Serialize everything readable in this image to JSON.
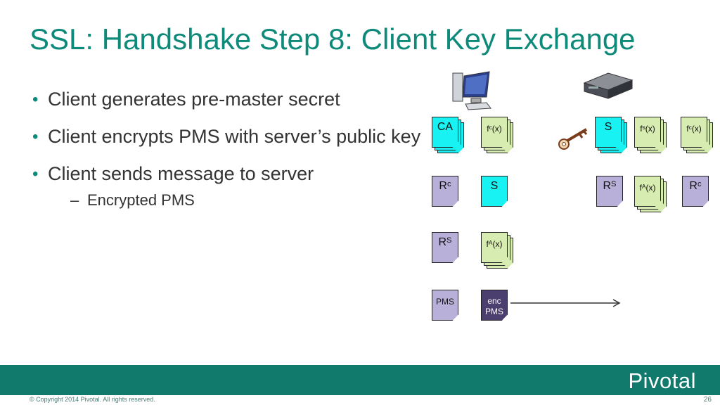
{
  "title": "SSL: Handshake Step 8: Client Key Exchange",
  "bullets": [
    "Client generates pre-master secret",
    "Client encrypts PMS with server’s public key",
    "Client sends message to server"
  ],
  "sub_bullets": [
    "Encrypted PMS"
  ],
  "icons": {
    "client": "computer-monitor-icon",
    "server": "server-icon",
    "key": "key-icon",
    "arrow": "arrow-right-icon"
  },
  "documents": {
    "ca": "CA",
    "client_fc": "fc(x)",
    "server_s": "S",
    "server_fs": "fs(x)",
    "server_fc": "fc(x)",
    "client_rc": "Rc",
    "client_s": "S",
    "server_rs": "RS",
    "server_fa": "fA(x)",
    "server_rc": "Rc",
    "client_rs": "RS",
    "client_fa": "fA(x)",
    "pms": "PMS",
    "enc_pms_line1": "enc",
    "enc_pms_line2": "PMS"
  },
  "colors": {
    "teal": "#0e8a7a",
    "cyan": "#19f2f2",
    "green": "#d7ecb0",
    "lavender": "#b8b0d8",
    "dark_purple": "#4a3f6e",
    "footer": "#127a6c"
  },
  "footer": {
    "brand": "Pivotal",
    "copyright": "© Copyright 2014 Pivotal. All rights reserved.",
    "page": "26"
  }
}
